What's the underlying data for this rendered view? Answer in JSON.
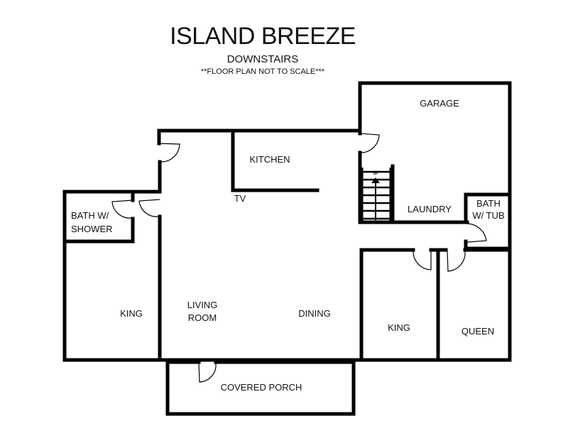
{
  "header": {
    "title": "ISLAND BREEZE",
    "subtitle": "DOWNSTAIRS",
    "note": "**FLOOR PLAN NOT TO SCALE***"
  },
  "rooms": {
    "garage": "GARAGE",
    "kitchen": "KITCHEN",
    "tv": "TV",
    "stairs_up": "UP",
    "laundry": "LAUNDRY",
    "bath_tub_1": "BATH",
    "bath_tub_2": "W/ TUB",
    "bath_shower_1": "BATH W/",
    "bath_shower_2": "SHOWER",
    "king_left": "KING",
    "living_1": "LIVING",
    "living_2": "ROOM",
    "dining": "DINING",
    "king_right": "KING",
    "queen": "QUEEN",
    "porch": "COVERED PORCH"
  }
}
